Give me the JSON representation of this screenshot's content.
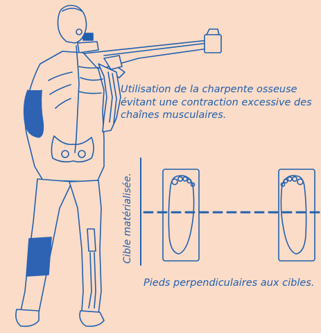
{
  "texts": {
    "skeleton_caption": "Utilisation de la charpente osseuse évitant une contraction excessive des chaînes musculaires.",
    "target_label": "Cible matérialisée.",
    "feet_caption": "Pieds perpendiculaires aux cibles."
  },
  "colors": {
    "background": "#fbdcc8",
    "line": "#1f5fae",
    "fill": "#2e63b4"
  }
}
